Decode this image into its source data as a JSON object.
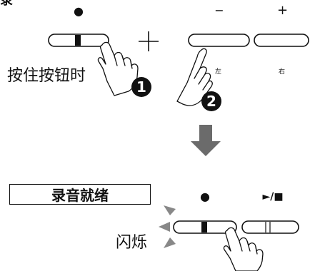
{
  "corner_mark": "录",
  "step1": {
    "rec_symbol": "●",
    "plus_sign": "+",
    "hold_label": "按住按钮时",
    "minus_symbol": "−",
    "plus_symbol": "+",
    "left_label": "左",
    "right_label": "右",
    "badge_1": "1",
    "badge_2": "2"
  },
  "step2": {
    "status_label": "录音就绪",
    "rec_symbol": "●",
    "play_stop_symbol": "►/■",
    "flash_label": "闪烁"
  },
  "colors": {
    "ink": "#111111",
    "arrow": "#6b6b6b",
    "flash": "#888888"
  }
}
